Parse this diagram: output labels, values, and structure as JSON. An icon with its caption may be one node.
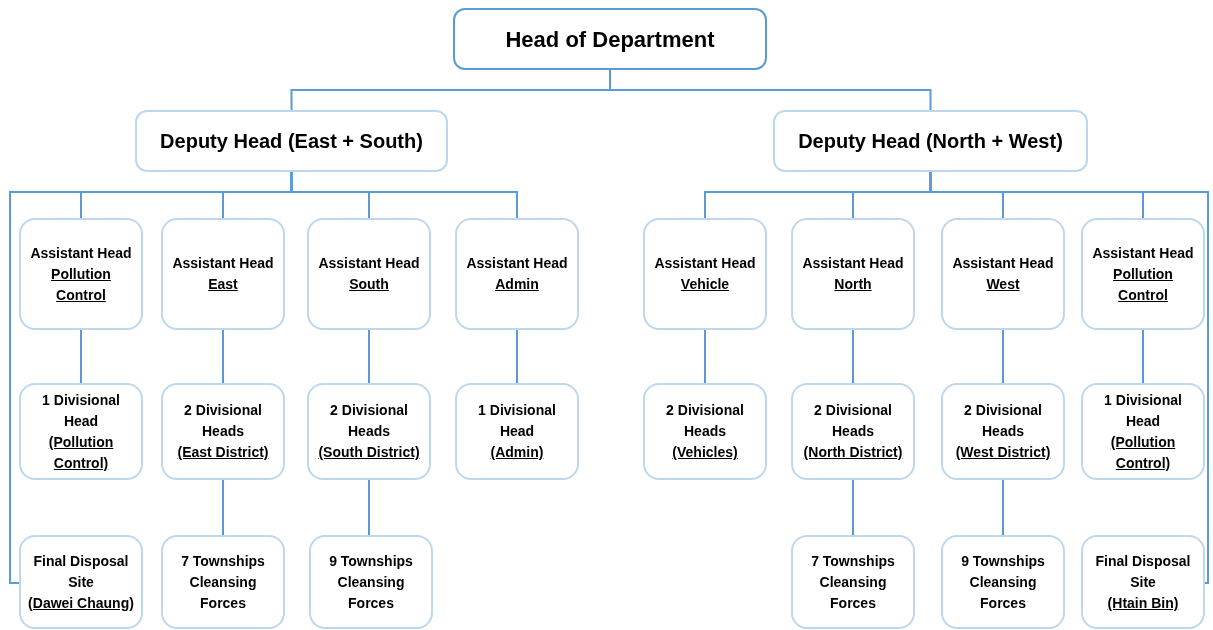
{
  "diagram": {
    "nodes": [
      {
        "text": [
          "Head of Department"
        ]
      },
      {
        "text": [
          "Deputy Head (East + South)"
        ]
      },
      {
        "text": [
          "Deputy Head (North + West)"
        ]
      },
      {
        "text": [
          "Assistant Head",
          "Pollution Control"
        ]
      },
      {
        "text": [
          "Assistant Head",
          "East"
        ]
      },
      {
        "text": [
          "Assistant Head",
          "South"
        ]
      },
      {
        "text": [
          "Assistant Head",
          "Admin"
        ]
      },
      {
        "text": [
          "Assistant Head",
          "Vehicle"
        ]
      },
      {
        "text": [
          "Assistant Head",
          "North"
        ]
      },
      {
        "text": [
          "Assistant Head",
          "West"
        ]
      },
      {
        "text": [
          "Assistant Head",
          "Pollution Control"
        ]
      },
      {
        "text": [
          "1 Divisional Head",
          "(Pollution Control)"
        ]
      },
      {
        "text": [
          "2 Divisional Heads",
          "(East District)"
        ]
      },
      {
        "text": [
          "2 Divisional Heads",
          "(South District)"
        ]
      },
      {
        "text": [
          "1 Divisional Head",
          "(Admin)"
        ]
      },
      {
        "text": [
          "2 Divisional Heads",
          "(Vehicles)"
        ]
      },
      {
        "text": [
          "2 Divisional Heads",
          "(North District)"
        ]
      },
      {
        "text": [
          "2 Divisional Heads",
          "(West District)"
        ]
      },
      {
        "text": [
          "1 Divisional Head",
          "(Pollution Control)"
        ]
      },
      {
        "text": [
          "Final Disposal Site",
          "(Dawei Chaung)"
        ]
      },
      {
        "text": [
          "7 Townships Cleansing Forces"
        ]
      },
      {
        "text": [
          "9 Townships Cleansing Forces"
        ]
      },
      {
        "text": [
          "7 Townships Cleansing Forces"
        ]
      },
      {
        "text": [
          "9 Townships Cleansing Forces"
        ]
      },
      {
        "text": [
          "Final Disposal Site",
          "(Htain Bin)"
        ]
      }
    ],
    "edges": [
      {
        "from": 0,
        "to": 1,
        "arrow": "none"
      },
      {
        "from": 0,
        "to": 2,
        "arrow": "none"
      },
      {
        "from": 1,
        "to": 3,
        "arrow": "none"
      },
      {
        "from": 1,
        "to": 4,
        "arrow": "none"
      },
      {
        "from": 1,
        "to": 5,
        "arrow": "none"
      },
      {
        "from": 1,
        "to": 6,
        "arrow": "none"
      },
      {
        "from": 1,
        "to": 19,
        "arrow": "none"
      },
      {
        "from": 2,
        "to": 7,
        "arrow": "none"
      },
      {
        "from": 2,
        "to": 8,
        "arrow": "none"
      },
      {
        "from": 2,
        "to": 9,
        "arrow": "none"
      },
      {
        "from": 2,
        "to": 10,
        "arrow": "none"
      },
      {
        "from": 2,
        "to": 24,
        "arrow": "none"
      },
      {
        "from": 3,
        "to": 11,
        "arrow": "none"
      },
      {
        "from": 4,
        "to": 12,
        "arrow": "none"
      },
      {
        "from": 5,
        "to": 13,
        "arrow": "none"
      },
      {
        "from": 6,
        "to": 14,
        "arrow": "none"
      },
      {
        "from": 7,
        "to": 15,
        "arrow": "none"
      },
      {
        "from": 8,
        "to": 16,
        "arrow": "none"
      },
      {
        "from": 9,
        "to": 17,
        "arrow": "none"
      },
      {
        "from": 10,
        "to": 18,
        "arrow": "none"
      },
      {
        "from": 12,
        "to": 20,
        "arrow": "none"
      },
      {
        "from": 13,
        "to": 21,
        "arrow": "none"
      },
      {
        "from": 16,
        "to": 22,
        "arrow": "none"
      },
      {
        "from": 17,
        "to": 23,
        "arrow": "none"
      }
    ]
  }
}
